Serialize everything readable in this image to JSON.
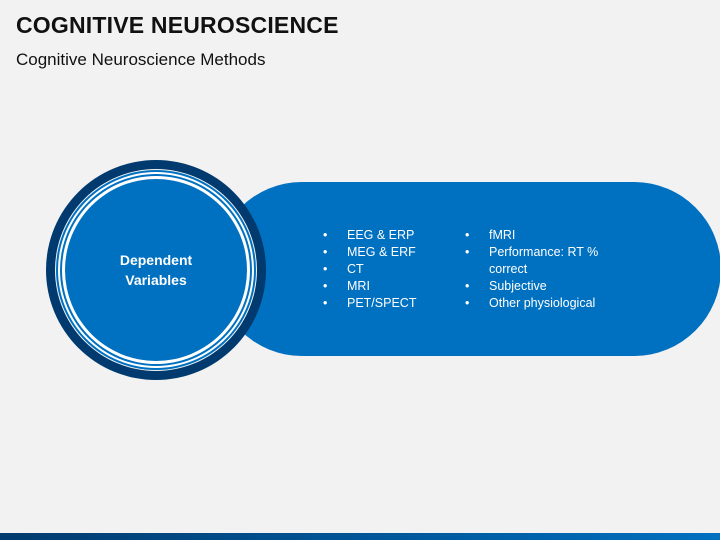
{
  "header": {
    "title": "COGNITIVE NEUROSCIENCE",
    "subtitle": "Cognitive Neuroscience Methods"
  },
  "diagram": {
    "circle_label": [
      "Dependent",
      "Variables"
    ],
    "bullet_glyph": "•",
    "columns": [
      {
        "items": [
          "EEG & ERP",
          "MEG & ERF",
          "CT",
          "MRI",
          "PET/SPECT"
        ]
      },
      {
        "items": [
          "fMRI",
          "Performance: RT % correct",
          "Subjective",
          "Other physiological"
        ]
      }
    ]
  },
  "colors": {
    "primary_blue": "#0070c0",
    "dark_navy": "#003a6e",
    "background": "#f2f2f2",
    "text_dark": "#111111",
    "text_light": "#ffffff"
  }
}
